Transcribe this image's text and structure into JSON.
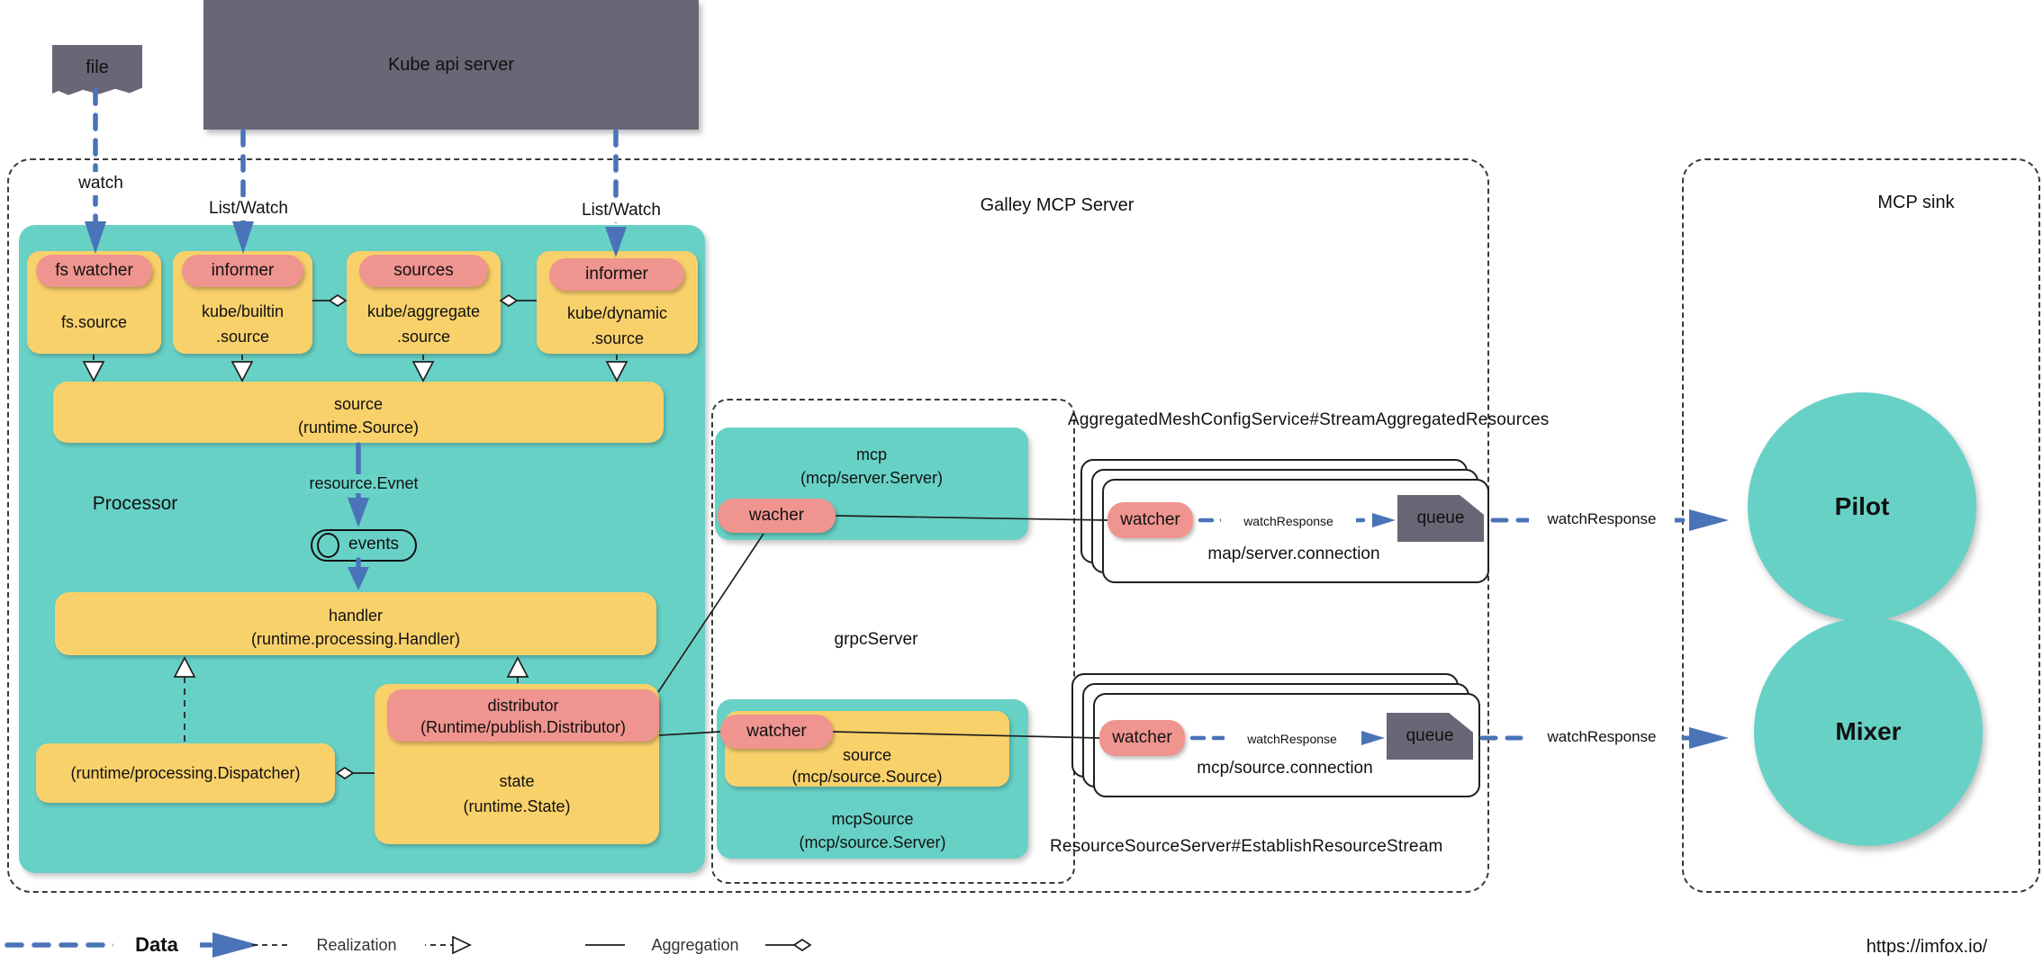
{
  "colors": {
    "teal": "#68d1c6",
    "yellow": "#f9d16b",
    "pink": "#ef948f",
    "gray": "#696675",
    "blue": "#4a73b8",
    "line": "#1f1f1f"
  },
  "external": {
    "file": "file",
    "kube_api": "Kube api server",
    "watch": "watch",
    "list_watch_a": "List/Watch",
    "list_watch_b": "List/Watch"
  },
  "galley": {
    "title": "Galley MCP Server",
    "processor": {
      "label": "Processor",
      "fs": {
        "pill": "fs watcher",
        "name": "fs.source"
      },
      "builtin": {
        "pill": "informer",
        "line1": "kube/builtin",
        "line2": ".source"
      },
      "aggregate": {
        "pill": "sources",
        "line1": "kube/aggregate",
        "line2": ".source"
      },
      "dynamic": {
        "pill": "informer",
        "line1": "kube/dynamic",
        "line2": ".source"
      },
      "source": {
        "line1": "source",
        "line2": "(runtime.Source)"
      },
      "event_arrow": "resource.Evnet",
      "events": "events",
      "handler": {
        "line1": "handler",
        "line2": "(runtime.processing.Handler)"
      },
      "dispatcher": "(runtime/processing.Dispatcher)",
      "distributor": {
        "line1": "distributor",
        "line2": "(Runtime/publish.Distributor)"
      },
      "state": {
        "line1": "state",
        "line2": "(runtime.State)"
      }
    },
    "grpc": {
      "title": "grpcServer",
      "mcp": {
        "line1": "mcp",
        "line2": "(mcp/server.Server)",
        "pill": "wacher"
      },
      "mcp_source": {
        "pill": "watcher",
        "source_line1": "source",
        "source_line2": "(mcp/source.Source)",
        "line1": "mcpSource",
        "line2": "(mcp/source.Server)"
      }
    },
    "server_conn": {
      "api": "AggregatedMeshConfigService#StreamAggregatedResources",
      "watcher": "watcher",
      "response": "watchResponse",
      "queue": "queue",
      "label": "map/server.connection"
    },
    "source_conn": {
      "api": "ResourceSourceServer#EstablishResourceStream",
      "watcher": "watcher",
      "response": "watchResponse",
      "queue": "queue",
      "label": "mcp/source.connection"
    }
  },
  "sink": {
    "title": "MCP sink",
    "pilot": "Pilot",
    "mixer": "Mixer",
    "response_top": "watchResponse",
    "response_bottom": "watchResponse"
  },
  "legend": {
    "data": "Data",
    "realization": "Realization",
    "aggregation": "Aggregation"
  },
  "footer": "https://imfox.io/"
}
